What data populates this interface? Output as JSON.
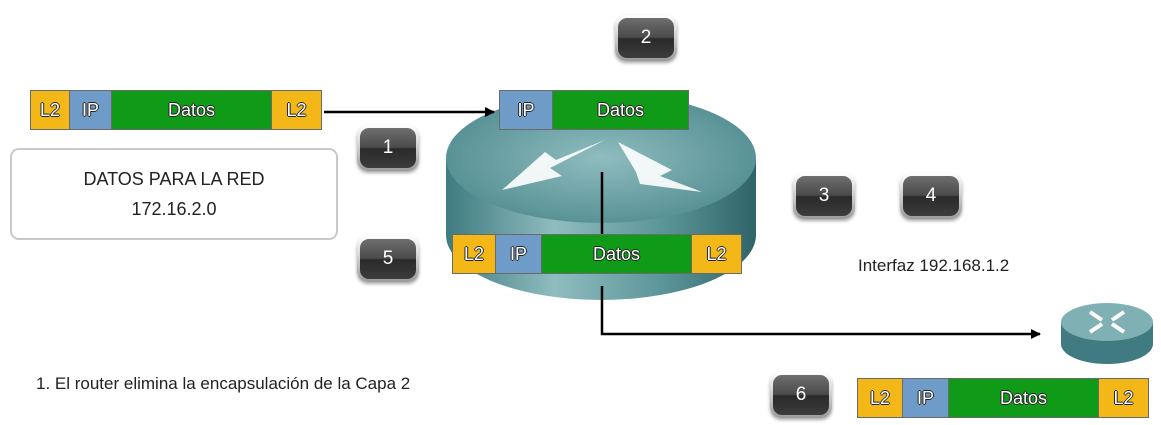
{
  "packets": {
    "incoming": {
      "l2_left": "L2",
      "ip": "IP",
      "datos": "Datos",
      "l2_right": "L2"
    },
    "inside": {
      "ip": "IP",
      "datos": "Datos"
    },
    "reencapsulated": {
      "l2_left": "L2",
      "ip": "IP",
      "datos": "Datos",
      "l2_right": "L2"
    },
    "outgoing": {
      "l2_left": "L2",
      "ip": "IP",
      "datos": "Datos",
      "l2_right": "L2"
    }
  },
  "steps": {
    "step1": "1",
    "step2": "2",
    "step3": "3",
    "step4": "4",
    "step5": "5",
    "step6": "6"
  },
  "note": {
    "line1": "DATOS PARA LA RED",
    "line2": "172.16.2.0"
  },
  "interface_label": "Interfaz 192.168.1.2",
  "step_texts": {
    "first": "1. El router elimina la encapsulación de la Capa 2"
  },
  "colors": {
    "l2": "#f3b718",
    "ip": "#6f9bc9",
    "datos": "#0f9a17",
    "router": "#4a8a8e"
  }
}
